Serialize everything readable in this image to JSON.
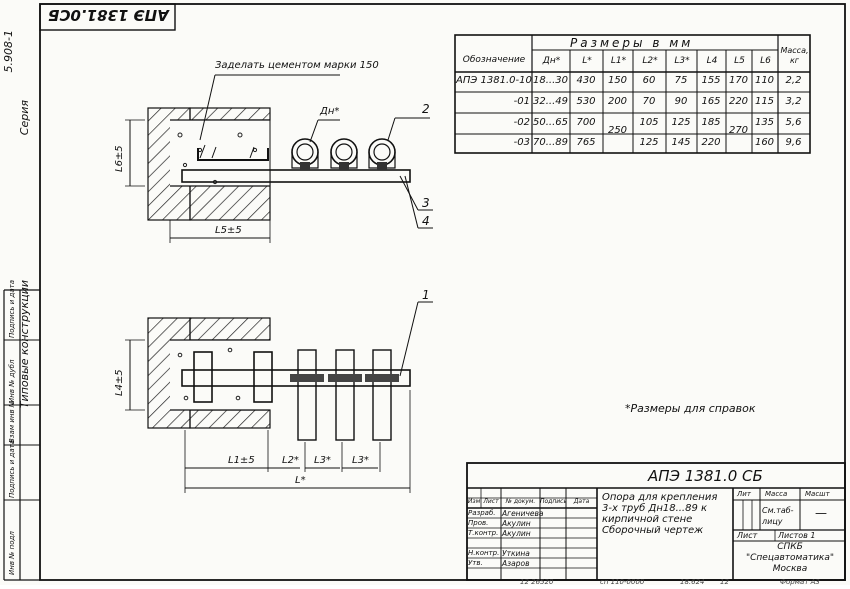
{
  "stamp_top": "АПЭ 1381.0СБ",
  "side": {
    "series": "Серия",
    "series_num": "5.908-1",
    "typical": "Типовые конструкции",
    "col1": "Инв № подл",
    "col2": "Подпись и дата",
    "col3": "Взам инв №",
    "col4": "Инв № дубл",
    "col5": "Подпись и дата"
  },
  "drawing": {
    "cement_note": "Заделать цементом марки 150",
    "dn_label": "Дн*",
    "l6": "L6±5",
    "l5": "L5±5",
    "l4": "L4±5",
    "l1": "L1±5",
    "l2": "L2*",
    "l3a": "L3*",
    "l3b": "L3*",
    "l": "L*",
    "pos1": "1",
    "pos2": "2",
    "pos3": "3",
    "pos4": "4",
    "ref_note": "*Размеры для справок"
  },
  "table": {
    "group_header": "Размеры в мм",
    "headers": [
      "Обозначение",
      "Дн*",
      "L*",
      "L1*",
      "L2*",
      "L3*",
      "L4",
      "L5",
      "L6",
      "Масса, кг"
    ],
    "rows": [
      {
        "code": "АПЭ 1381.0-10",
        "dn": "18...30",
        "l": "430",
        "l1": "150",
        "l2": "60",
        "l3": "75",
        "l4": "155",
        "l5": "170",
        "l6": "110",
        "m": "2,2"
      },
      {
        "code": "-01",
        "dn": "32...49",
        "l": "530",
        "l1": "200",
        "l2": "70",
        "l3": "90",
        "l4": "165",
        "l5": "220",
        "l6": "115",
        "m": "3,2"
      },
      {
        "code": "-02",
        "dn": "50...65",
        "l": "700",
        "l1": "250",
        "l2": "105",
        "l3": "125",
        "l4": "185",
        "l5": "270",
        "l6": "135",
        "m": "5,6"
      },
      {
        "code": "-03",
        "dn": "70...89",
        "l": "765",
        "l1": "",
        "l2": "125",
        "l3": "145",
        "l4": "220",
        "l5": "",
        "l6": "160",
        "m": "9,6"
      }
    ]
  },
  "title_block": {
    "doc_code": "АПЭ 1381.0 СБ",
    "col_headers": [
      "Изм",
      "Лист",
      "№ докум.",
      "Подпись",
      "Дата"
    ],
    "roles": [
      {
        "role": "Разраб.",
        "name": "Агеничева"
      },
      {
        "role": "Пров.",
        "name": "Акулин"
      },
      {
        "role": "Т.контр.",
        "name": "Акулин"
      },
      {
        "role": "Н.контр.",
        "name": "Уткина"
      },
      {
        "role": "Утв.",
        "name": "Азаров"
      }
    ],
    "title_lines": [
      "Опора для крепления",
      "3-х труб Дн18...89 к",
      "кирпичной стене",
      "Сборочный чертеж"
    ],
    "lit": "Лит",
    "mass": "Масса",
    "scale": "Масшт",
    "mass_value": "См.таб-лицу",
    "scale_value": "—",
    "sheet": "Лист",
    "sheets": "Листов 1",
    "org": [
      "СПКБ",
      "\"Спецавтоматика\"",
      "Москва"
    ]
  },
  "bottom_strip": {
    "a": "12 26520",
    "b": "сп 110-0000",
    "c": "18.624",
    "d": "12",
    "format": "Формат А3"
  }
}
